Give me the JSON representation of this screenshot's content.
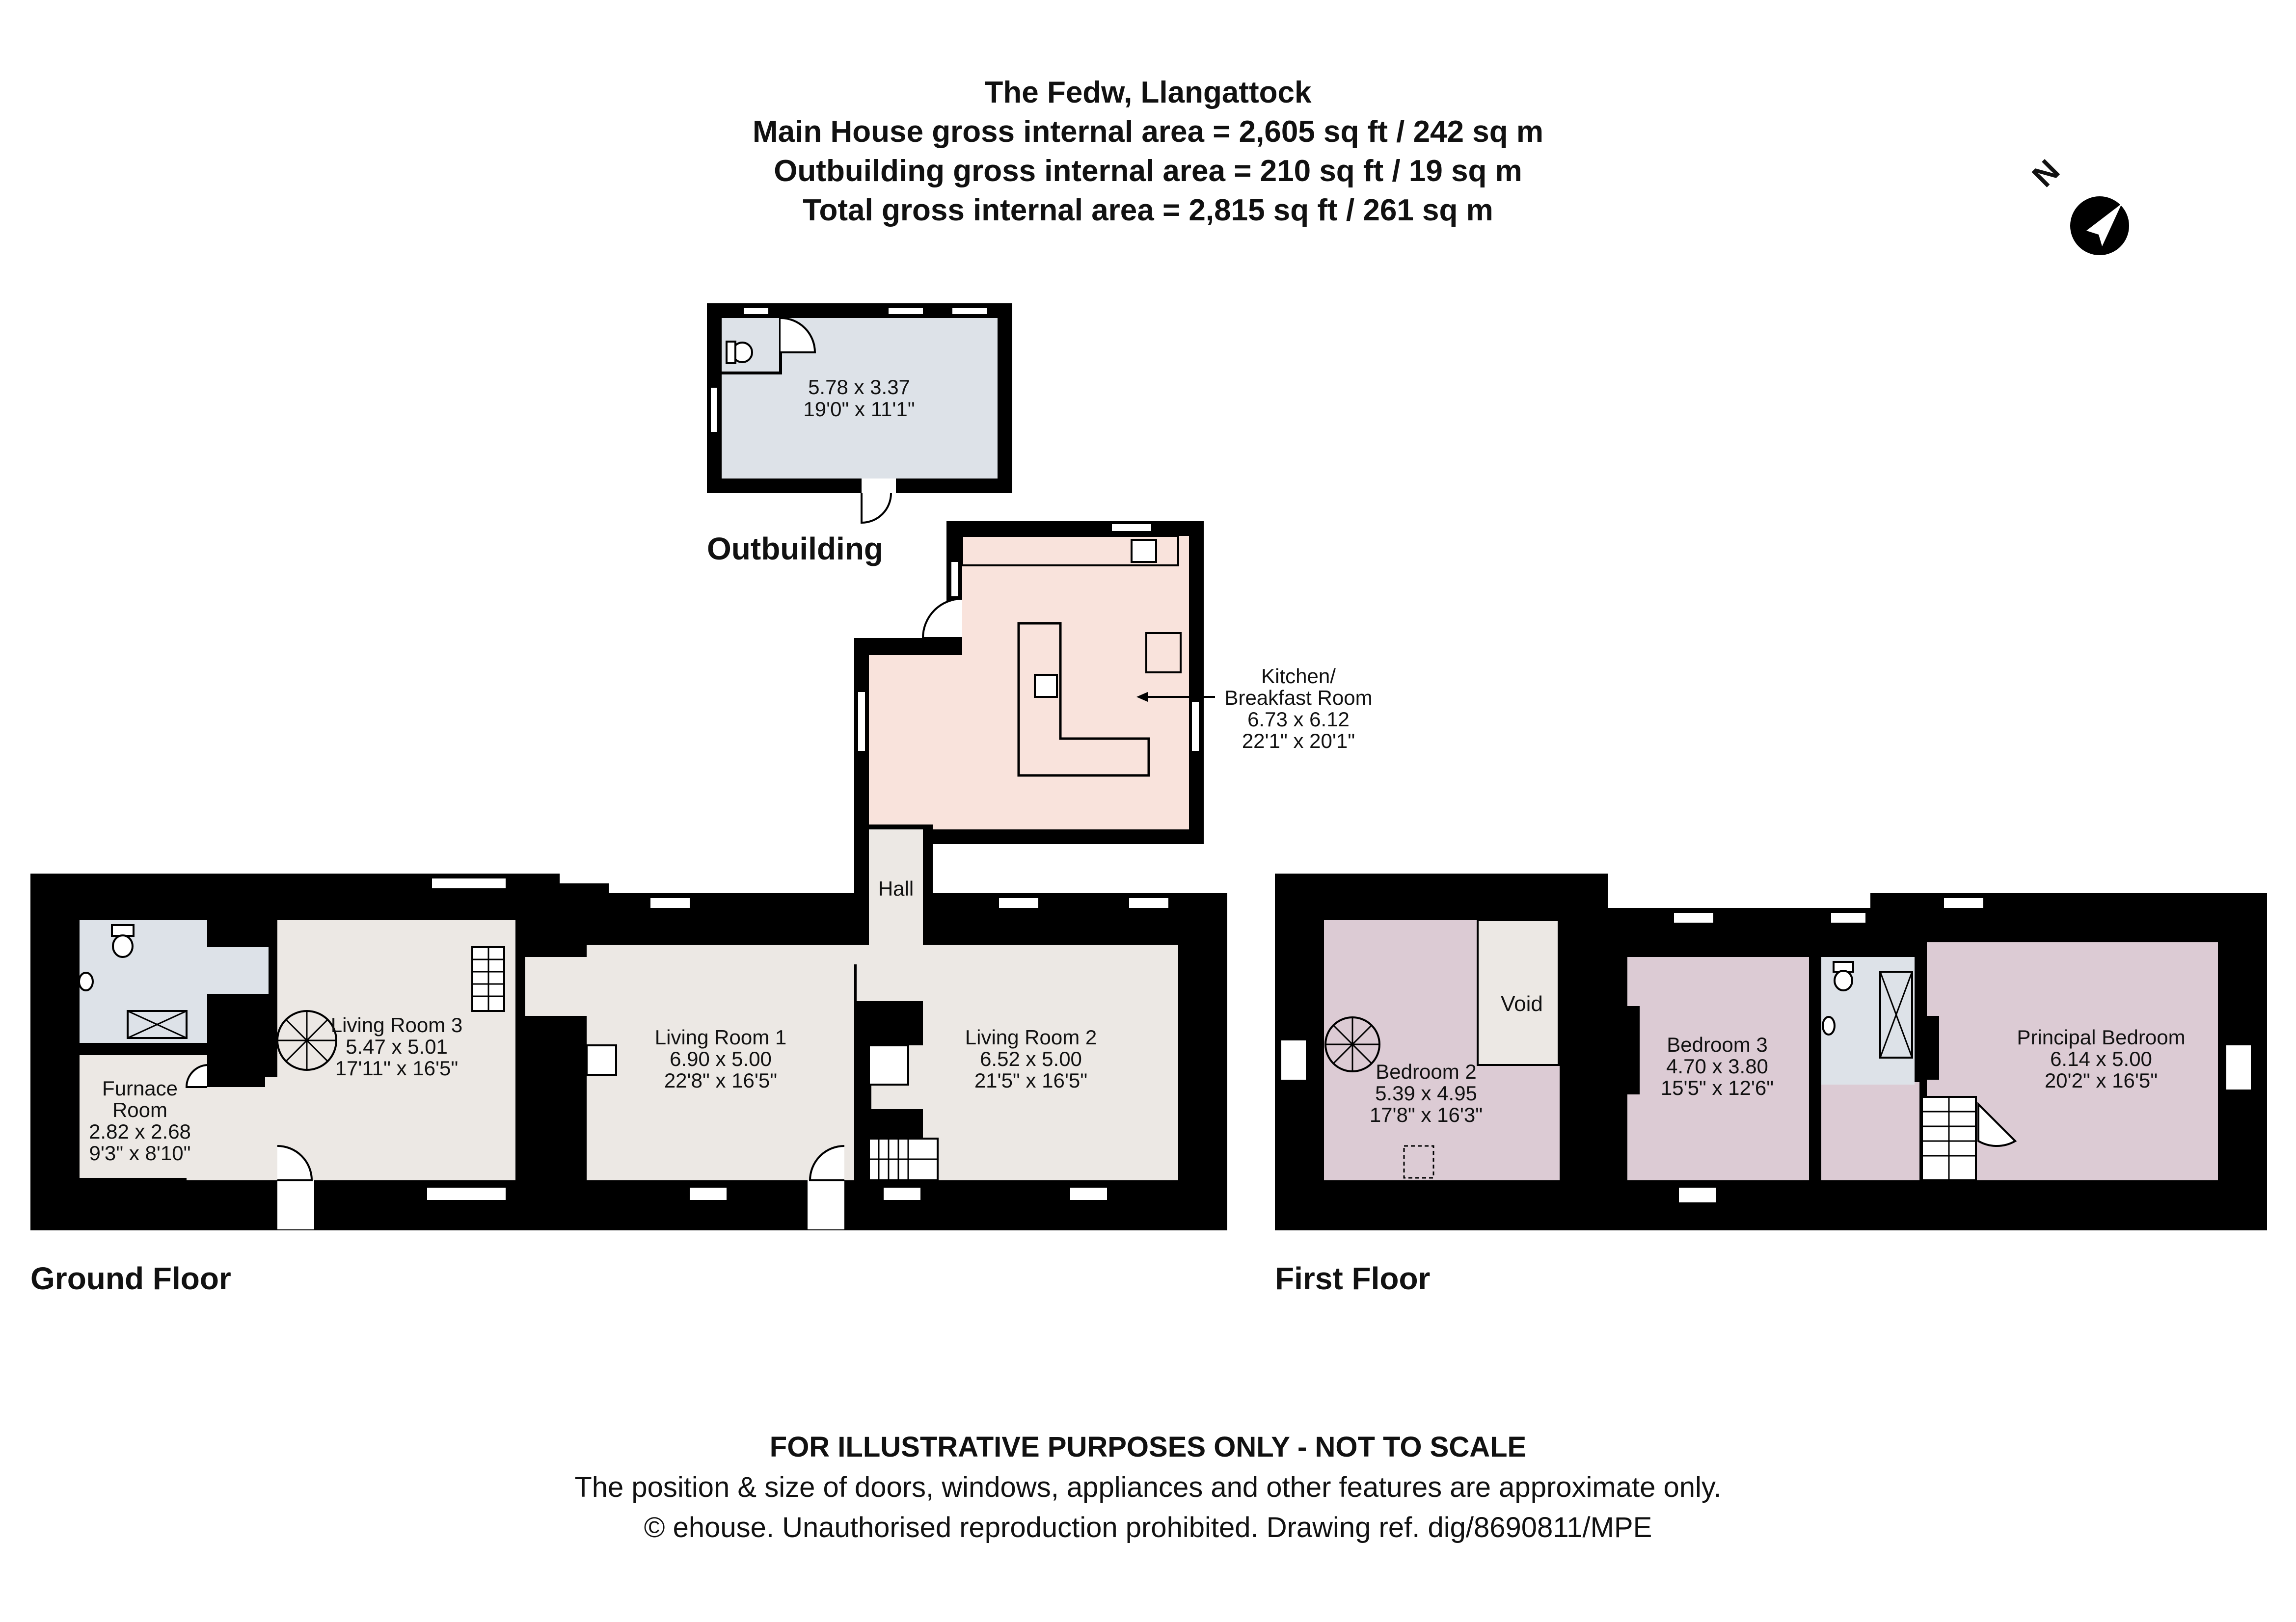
{
  "header": {
    "title": "The Fedw, Llangattock",
    "main_house_area": "Main House gross internal area = 2,605 sq ft / 242 sq m",
    "outbuilding_area": "Outbuilding gross internal area = 210 sq ft / 19 sq m",
    "total_area": "Total gross internal area = 2,815 sq ft / 261 sq m"
  },
  "compass": {
    "label": "N"
  },
  "floors": {
    "outbuilding": "Outbuilding",
    "ground": "Ground Floor",
    "first": "First Floor"
  },
  "rooms": {
    "outbuilding": {
      "name": "",
      "metric": "5.78 x 3.37",
      "imperial": "19'0\" x 11'1\""
    },
    "kitchen": {
      "name_1": "Kitchen/",
      "name_2": "Breakfast Room",
      "metric": "6.73 x 6.12",
      "imperial": "22'1\" x 20'1\""
    },
    "hall": {
      "name": "Hall"
    },
    "living3": {
      "name": "Living Room 3",
      "metric": "5.47 x 5.01",
      "imperial": "17'11\" x 16'5\""
    },
    "living1": {
      "name": "Living Room 1",
      "metric": "6.90 x 5.00",
      "imperial": "22'8\" x 16'5\""
    },
    "living2": {
      "name": "Living Room 2",
      "metric": "6.52 x 5.00",
      "imperial": "21'5\" x 16'5\""
    },
    "furnace": {
      "name_1": "Furnace",
      "name_2": "Room",
      "metric": "2.82 x 2.68",
      "imperial": "9'3\" x 8'10\""
    },
    "bedroom2": {
      "name": "Bedroom 2",
      "metric": "5.39 x 4.95",
      "imperial": "17'8\" x 16'3\""
    },
    "void": {
      "name": "Void"
    },
    "bedroom3": {
      "name": "Bedroom 3",
      "metric": "4.70 x 3.80",
      "imperial": "15'5\" x 12'6\""
    },
    "principal": {
      "name": "Principal Bedroom",
      "metric": "6.14 x 5.00",
      "imperial": "20'2\" x 16'5\""
    }
  },
  "footer": {
    "disclaimer": "FOR ILLUSTRATIVE PURPOSES ONLY - NOT TO SCALE",
    "note": "The position & size of doors, windows, appliances and other features are approximate only.",
    "copyright": "© ehouse. Unauthorised reproduction prohibited. Drawing ref. dig/8690811/MPE"
  },
  "colors": {
    "wall": "#000000",
    "living": "#ece8e4",
    "kitchen": "#f9e3dc",
    "bathroom": "#dde2e8",
    "bedroom": "#dccbd4",
    "outbuilding": "#dde2e8",
    "void": "#ece8e4"
  }
}
